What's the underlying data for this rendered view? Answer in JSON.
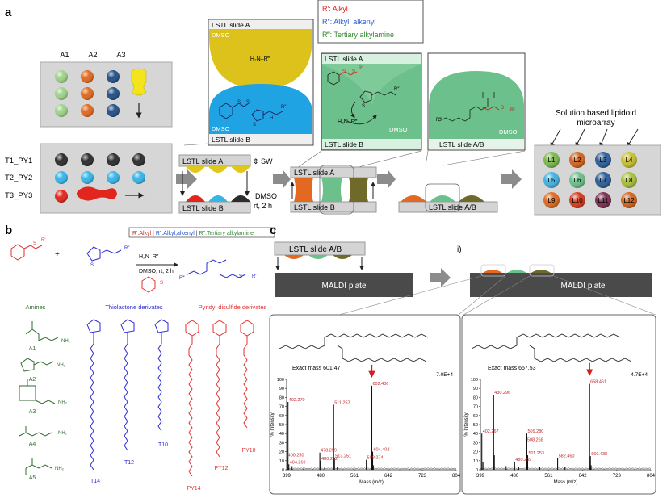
{
  "panels": {
    "a": "a",
    "b": "b",
    "c": "c"
  },
  "a": {
    "col_labels": [
      "A1",
      "A2",
      "A3"
    ],
    "row_labels": [
      "T1_PY1",
      "T2_PY2",
      "T3_PY3"
    ],
    "top_box": {
      "slide_a": "LSTL slide A",
      "dmso_top": "DMSO",
      "amine": "H₂N–R‴",
      "dmso_bottom": "DMSO",
      "slide_b": "LSTL slide B"
    },
    "legend": {
      "r1": "R′:   Alkyl",
      "r2": "R″:   Alkyl, alkenyl",
      "r3": "R‴:   Tertiary alkylamine"
    },
    "mid_box": {
      "slide_a": "LSTL slide A",
      "dmso": "DMSO",
      "amine": "H₂N–R‴",
      "slide_b": "LSTL slide B"
    },
    "right_box": {
      "dmso": "DMSO",
      "slide_ab": "LSTL slide A/B"
    },
    "step1": {
      "slide_a": "LSTL slide A",
      "slide_b": "LSTL slide B",
      "sw": "⇕ SW",
      "cond1": "DMSO",
      "cond2": "rt, 2 h"
    },
    "step2": {
      "slide_a": "LSTL slide A",
      "slide_b": "LSTL slide B"
    },
    "step3": {
      "slide_ab": "LSTL slide A/B"
    },
    "array_title": [
      "Solution based lipidoid",
      "microarray"
    ],
    "spots": [
      "L1",
      "L2",
      "L3",
      "L4",
      "L5",
      "L6",
      "L7",
      "L8",
      "L9",
      "L10",
      "L11",
      "L12"
    ]
  },
  "b": {
    "legend": [
      "R′:Alkyl",
      "R″:Alkyl,alkenyl",
      "R‴:Tertiary alkylamine"
    ],
    "reagent": "H₂N–R‴",
    "conditions": "DMSO, rt, 2 h",
    "groups": [
      "Amines",
      "Thiolactone derivates",
      "Pyridyl disulfide derivates"
    ],
    "amines": [
      "A1",
      "A2",
      "A3",
      "A4",
      "A5"
    ],
    "thiolactones": [
      "T14",
      "T12",
      "T10"
    ],
    "pyridyls": [
      "PY14",
      "PY12",
      "PY10"
    ]
  },
  "c": {
    "slide_ab": "LSTL slide A/B",
    "plate": "MALDI plate",
    "step": "i)",
    "spectra": [
      {
        "exact_mass": "Exact mass 601.47",
        "max_label": "7.0E+4",
        "arrow_peak": "602.406",
        "peak_labels": [
          "402.270",
          "511.257",
          "602.406",
          "604.402",
          "478.259",
          "480.242",
          "513.251",
          "589.274",
          "400.250",
          "404.269"
        ],
        "x_ticks": [
          "399",
          "480",
          "561",
          "642",
          "723",
          "804"
        ],
        "y_ticks": [
          "0",
          "10",
          "20",
          "30",
          "40",
          "50",
          "60",
          "70",
          "80",
          "90",
          "100"
        ],
        "xlabel": "Mass (m/z)",
        "ylabel": "% Intensity"
      },
      {
        "exact_mass": "Exact mass 657.53",
        "max_label": "4.7E+4",
        "arrow_peak": "658.461",
        "peak_labels": [
          "658.461",
          "430.296",
          "402.267",
          "508.268",
          "509.280",
          "511.253",
          "480.259",
          "660.438",
          "582.460"
        ],
        "x_ticks": [
          "399",
          "480",
          "561",
          "642",
          "723",
          "804"
        ],
        "y_ticks": [
          "0",
          "10",
          "20",
          "30",
          "40",
          "50",
          "60",
          "70",
          "80",
          "90",
          "100"
        ],
        "xlabel": "Mass (m/z)",
        "ylabel": "% Intensity"
      }
    ]
  },
  "colors": {
    "green_light": "#9fd38a",
    "orange": "#e2691f",
    "navy": "#244f86",
    "yellow": "#f4e41c",
    "black": "#2c2c2c",
    "cyan": "#36b5e8",
    "red": "#e3261d",
    "amine_green": "#2f6b2f",
    "thio_blue": "#2a2ad8",
    "pyr_red": "#e23030",
    "mix_green": "#6cc08b",
    "spectrum_red": "#c0282d"
  }
}
